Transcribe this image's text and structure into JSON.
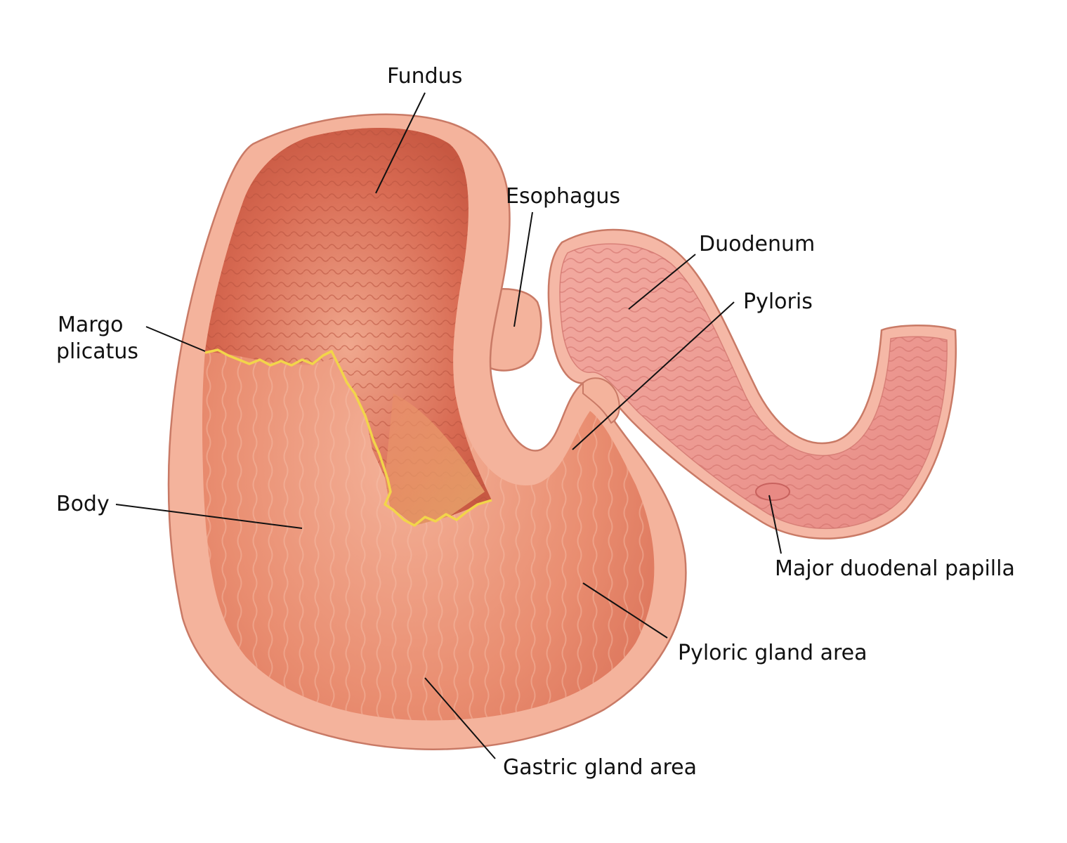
{
  "labels": {
    "fundus": "Fundus",
    "esophagus": "Esophagus",
    "duodenum": "Duodenum",
    "pyloris": "Pyloris",
    "margo_line1": "Margo",
    "margo_line2": "plicatus",
    "body": "Body",
    "major_duodenal_papilla": "Major duodenal papilla",
    "pyloric_gland_area": "Pyloric gland area",
    "gastric_gland_area": "Gastric gland area"
  },
  "colors": {
    "outer_wall": "#f4b39c",
    "wall_edge": "#c97a66",
    "lumen": "#e98a6e",
    "fundus_mucosa": "#d96a52",
    "pyloric_tint": "#f0b070",
    "duodenum_mucosa": "#ec9a92",
    "margo_line": "#f2d54a",
    "leader": "#111111"
  }
}
